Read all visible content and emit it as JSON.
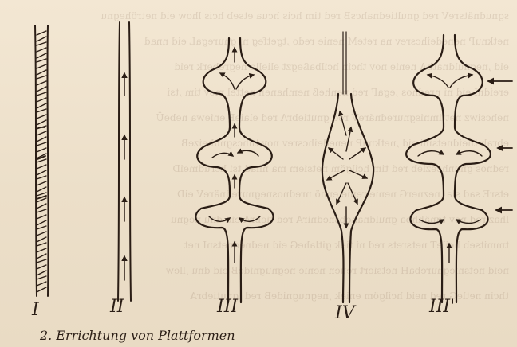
{
  "caption": "2. Errichtung von Plattformen",
  "stage_labels": [
    "I",
    "II",
    "III",
    "IV",
    "III'"
  ]
}
